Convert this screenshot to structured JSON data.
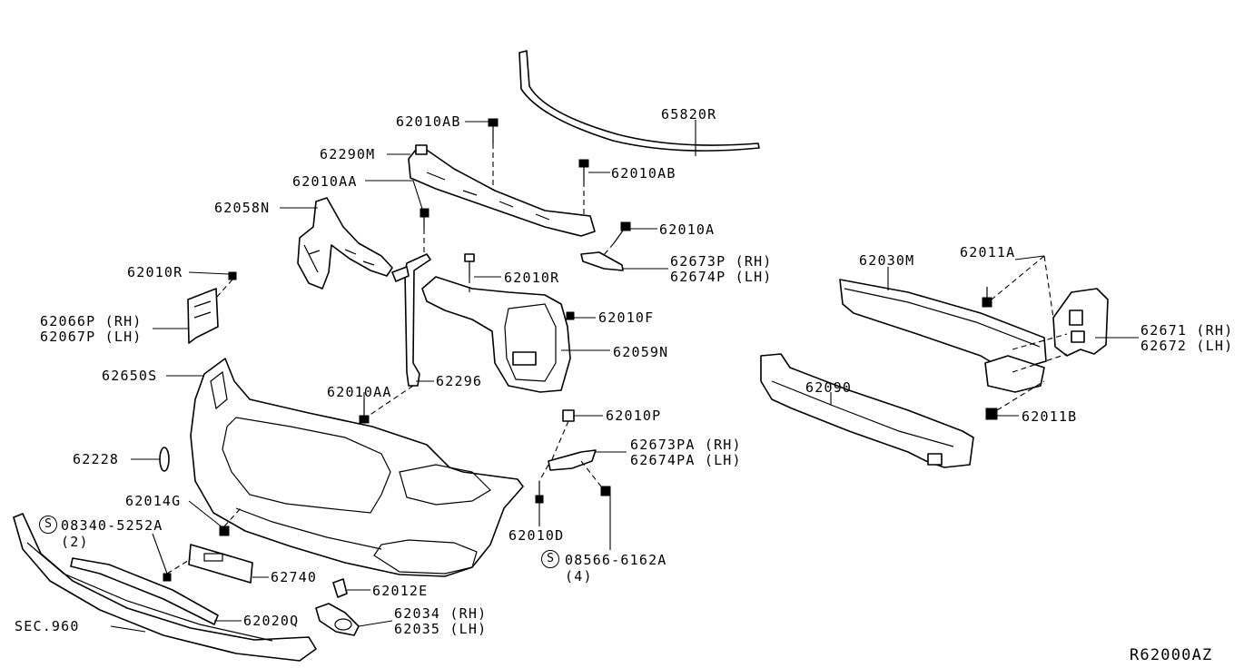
{
  "diagram_id": "R62000AZ",
  "labels": {
    "l65820R": "65820R",
    "l62010AB_top": "62010AB",
    "l62290M": "62290M",
    "l62010AB_right": "62010AB",
    "l62010AA_top": "62010AA",
    "l62058N": "62058N",
    "l62010A": "62010A",
    "l62673P": "62673P (RH)",
    "l62674P": "62674P (LH)",
    "l62010R_left": "62010R",
    "l62010R_mid": "62010R",
    "l62066P": "62066P (RH)",
    "l62067P": "62067P (LH)",
    "l62010F": "62010F",
    "l62059N": "62059N",
    "l62030M": "62030M",
    "l62011A": "62011A",
    "l62671": "62671 (RH)",
    "l62672": "62672 (LH)",
    "l62650S": "62650S",
    "l62010AA_mid": "62010AA",
    "l62296": "62296",
    "l62090": "62090",
    "l62011B": "62011B",
    "l62010P": "62010P",
    "l62228": "62228",
    "l62673PA": "62673PA (RH)",
    "l62674PA": "62674PA (LH)",
    "l62014G": "62014G",
    "l08340": "08340-5252A",
    "l08340_qty": "(2)",
    "l62010D": "62010D",
    "l08566": "08566-6162A",
    "l08566_qty": "(4)",
    "l62740": "62740",
    "l62012E": "62012E",
    "l62034": "62034 (RH)",
    "l62035": "62035 (LH)",
    "l62020Q": "62020Q",
    "lSEC960": "SEC.960",
    "screw_symbol": "S"
  },
  "icons": [
    "screw-symbol-icon"
  ]
}
